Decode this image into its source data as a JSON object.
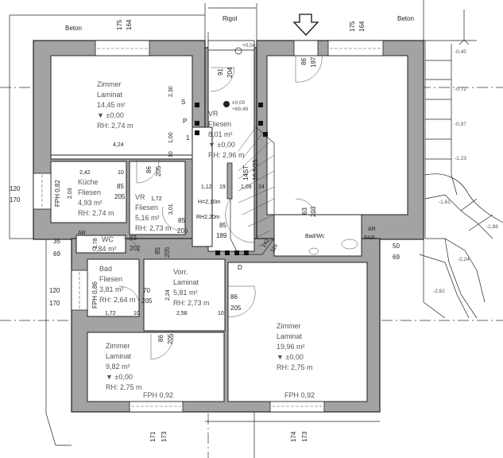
{
  "labels": {
    "beton_left": "Beton",
    "beton_right": "Beton",
    "rigol": "Rigol"
  },
  "rooms": {
    "zimmer_top_left": {
      "name": "Zimmer",
      "floor": "Laminat",
      "area": "14,45 m²",
      "level": "▼ ±0,00",
      "height": "RH: 2,74 m"
    },
    "vr_hall": {
      "name": "VR",
      "floor": "Fliesen",
      "area": "8,01 m²",
      "level": "▼ ±0,00",
      "height": "RH: 2,96 m"
    },
    "kueche": {
      "name": "Küche",
      "floor": "Fliesen",
      "area": "4,93 m²",
      "height": "RH: 2,74 m"
    },
    "vr_small": {
      "name": "VR",
      "floor": "Fliesen",
      "area": "5,16 m²",
      "height": "RH: 2,73 m"
    },
    "wc": {
      "name": "WC",
      "area": "0,84 m²"
    },
    "bad": {
      "name": "Bad",
      "floor": "Fliesen",
      "area": "3,81 m²",
      "height": "RH: 2,64 m"
    },
    "vorr": {
      "name": "Vorr.",
      "floor": "Laminat",
      "area": "5,81 m²",
      "height": "RH: 2,73 m"
    },
    "zimmer_bottom_left": {
      "name": "Zimmer",
      "floor": "Laminat",
      "area": "9,82 m²",
      "level": "▼ ±0,00",
      "height": "RH: 2,75 m",
      "fph": "FPH 0,92"
    },
    "zimmer_bottom_right": {
      "name": "Zimmer",
      "floor": "Laminat",
      "area": "19,96 m²",
      "level": "▼ ±0,00",
      "height": "RH: 2,75 m",
      "fph": "FPH 0,92"
    },
    "bad_wc": {
      "name": "Bad/Wc"
    }
  },
  "levels": {
    "entry": "+0,04",
    "ref1": "±0,00",
    "ref2": "+69,49",
    "t1": "-0,45",
    "t2": "-0,72",
    "t3": "-0,97",
    "t4": "-1,23",
    "t5": "-1,61",
    "t6": "-1,88",
    "t7": "-2,24",
    "t8": "-2,62"
  },
  "dimensions": {
    "w_top_left_a": "175",
    "w_top_left_b": "164",
    "w_top_right_a": "175",
    "w_top_right_b": "164",
    "door_entry_a": "91",
    "door_entry_b": "204",
    "door_right_a": "86",
    "door_right_b": "197",
    "room_width": "4,24",
    "room_h": "2,30",
    "d100": "1,00",
    "d10a": "10",
    "door_k_a": "86",
    "door_k_b": "205",
    "k_width": "2,42",
    "k_10": "10",
    "k_h": "2,03",
    "fph_k": "FPH 0,82",
    "k_door_a": "85",
    "k_door_b": "205",
    "vr_172": "1,72",
    "vr_301": "3,01",
    "vr_door_a": "85",
    "vr_door_b": "205",
    "h_210": "H=2,10m",
    "rh_220": "RH2,20m",
    "st_a": "85",
    "st_b": "189",
    "st_112": "1,12",
    "st_19": "19",
    "st_109": "1,09",
    "st_24": "24",
    "stairs": "14ST",
    "stairs_b": "16,5/25",
    "left_120": "120",
    "left_170": "170",
    "left_35": "35",
    "left_69": "69",
    "wc_178": "1,78",
    "wc_door_a": "63",
    "wc_door_b": "202",
    "bw_door_a": "63",
    "bw_door_b": "203",
    "right_50": "50",
    "right_69": "69",
    "left2_120": "120",
    "left2_170": "170",
    "fph_bad": "FPH 0,86",
    "bad_door_a": "70",
    "bad_door_b": "205",
    "bad_172": "1,72",
    "bad_10": "10",
    "vorr_258": "2,58",
    "vorr_10": "10",
    "vorr_224": "2,24",
    "vorr_door_a": "85",
    "vorr_door_b": "205",
    "zr_door_a": "86",
    "zr_door_b": "205",
    "zl_door_a": "86",
    "zl_door_b": "205",
    "bot_a": "171",
    "bot_b": "173",
    "bot_c": "174",
    "bot_d": "173",
    "st_142": "142",
    "st_116": "116"
  },
  "markers": {
    "s": "S",
    "p": "P",
    "one": "1",
    "d": "D",
    "ar1": "AR",
    "ar2": "AR",
    "par": "PAR"
  }
}
